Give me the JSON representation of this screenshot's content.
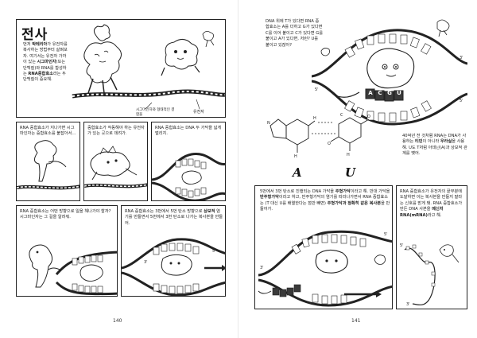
{
  "left_page": {
    "title": "전사",
    "intro": [
      {
        "t": "먼저 "
      },
      {
        "t": "박테리아",
        "b": true
      },
      {
        "t": "가 유전자를 복사하는 방법부터 살펴보자. 여기서는 유전자 가까이 있는 "
      },
      {
        "t": "시그마인자",
        "b": true
      },
      {
        "t": "(또는 단백질)와 RNA를 합성하는 "
      },
      {
        "t": "RNA중합효소",
        "b": true
      },
      {
        "t": "라는 두 단백질이 중요해."
      }
    ],
    "label_sigma": "시그마인자와 형태적인 결합을 ",
    "label_gene": "유전자",
    "panel2": "RNA 중합효소가 지나가면 시그마인자는 중합효소를 붙잡아서…",
    "panel3": "중합효소가 작동해야 하는 유전자가 있는 곳으로 데려가.",
    "panel4": "RNA 중합효소는 DNA 두 가닥을 넓게 벌리지.",
    "panel5": "RNA 중합효소는 어떤 방향으로 일을 해나가야 할까? 시그마인자는 그 길을 알려줘.",
    "panel6": "RNA 중합효소는 3번에서 5번 탄소 방향으로 상보적 염기를 만들면서 5번에서 3번 탄소로 나가는 복사본을 만들어.",
    "page_number": "140"
  },
  "right_page": {
    "top_text": "DNA 위에 T가 있다면 RNA 중합효소는 A를 더하고 G가 있다면 C를 이어 붙이고 C가 있다면 G를 붙이고 A가 있다면, 저런? U를 붙이고 있잖아?",
    "bases": [
      "A",
      "C",
      "G",
      "U"
    ],
    "uracil_text": [
      {
        "t": "40억년 전 것처럼 RNA는 DNA가 사용하는 "
      },
      {
        "t": "티민",
        "b": true
      },
      {
        "t": "이 아니라 "
      },
      {
        "t": "우라실",
        "b": true
      },
      {
        "t": "을 사용해. U도 T처럼 아데닌(A)과 상보적 관계를 맺어."
      }
    ],
    "label_a": "A",
    "label_u": "U",
    "bottom_text": [
      {
        "t": "5번에서 3번 탄소로 진행되는 DNA 가닥을 "
      },
      {
        "t": "주형가닥",
        "b": true
      },
      {
        "t": "이라고 해. 반대 가닥을 "
      },
      {
        "t": "반주형가닥",
        "b": true
      },
      {
        "t": "이라고 하고, 반주형가닥의 염기를 따라나가면서 RNA 중합효소는 (T 대신 U를 배열한다는 점만 빼면) "
      },
      {
        "t": "주형가닥과 정확히 같은 복사본",
        "b": true
      },
      {
        "t": "을 만들어가."
      }
    ],
    "side_text": [
      {
        "t": "RNA 중합효소가 유전자의 끝부분에 도달하면 이는 복사본을 만들지 말라는 신호를 받게 돼. RNA 중합효소가 만든 DNA 사본을 "
      },
      {
        "t": "메신저 RNA(mRNA)",
        "b": true
      },
      {
        "t": "라고 해."
      }
    ],
    "page_number": "141"
  },
  "strand_labels": {
    "three": "3'",
    "five": "5'"
  }
}
